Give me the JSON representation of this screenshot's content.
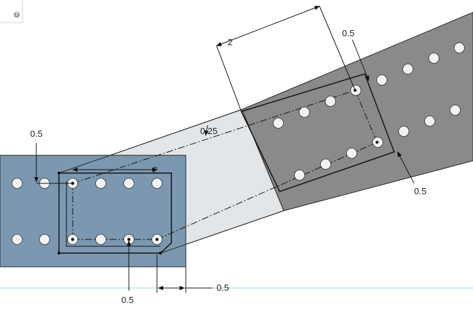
{
  "help": {
    "icon": "?"
  },
  "colors": {
    "beam_blue": "#7b98b0",
    "beam_gray": "#8a8a8a",
    "connector_fill": "#dfe3e7",
    "hole_fill": "#f2f2f2",
    "ground_line": "#9ed0e6"
  },
  "dimensions": {
    "top_left_offset": "0.5",
    "left_width": "2",
    "left_bottom_offset": "0.5",
    "left_side_offset": "0.5",
    "right_width": "2",
    "right_top_offset": "0.5",
    "right_side_offset": "0.5",
    "connector_offset": "0.25"
  }
}
